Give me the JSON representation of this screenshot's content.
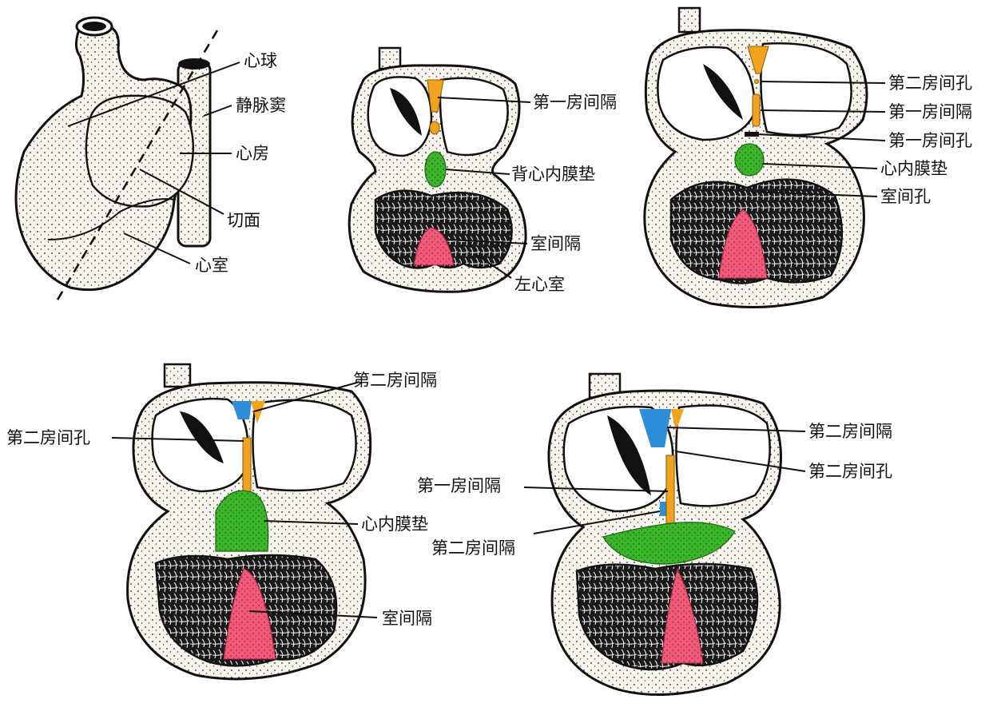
{
  "colors": {
    "orange": "#f2a21b",
    "green": "#3bb52a",
    "pink": "#ee5b7a",
    "blue": "#2e8fd8",
    "ink": "#111111",
    "tissue": "#f7f5ee"
  },
  "fig1": {
    "bulbus": "心球",
    "sinus": "静脉窦",
    "atrium": "心房",
    "section": "切面",
    "ventricle": "心室"
  },
  "fig2": {
    "septum_primum": "第一房间隔",
    "dorsal_cushion": "背心内膜垫",
    "iv_septum": "室间隔",
    "left_ventricle": "左心室"
  },
  "fig3": {
    "foramen_secundum": "第二房间孔",
    "septum_primum": "第一房间隔",
    "foramen_primum": "第一房间孔",
    "cushion": "心内膜垫",
    "iv_foramen": "室间孔"
  },
  "fig4": {
    "septum_secundum": "第二房间隔",
    "foramen_secundum": "第二房间孔",
    "cushion": "心内膜垫",
    "iv_septum": "室间隔"
  },
  "fig5": {
    "septum_secundum_top": "第二房间隔",
    "foramen_secundum": "第二房间孔",
    "septum_primum": "第一房间隔",
    "septum_secundum_low": "第二房间隔"
  }
}
